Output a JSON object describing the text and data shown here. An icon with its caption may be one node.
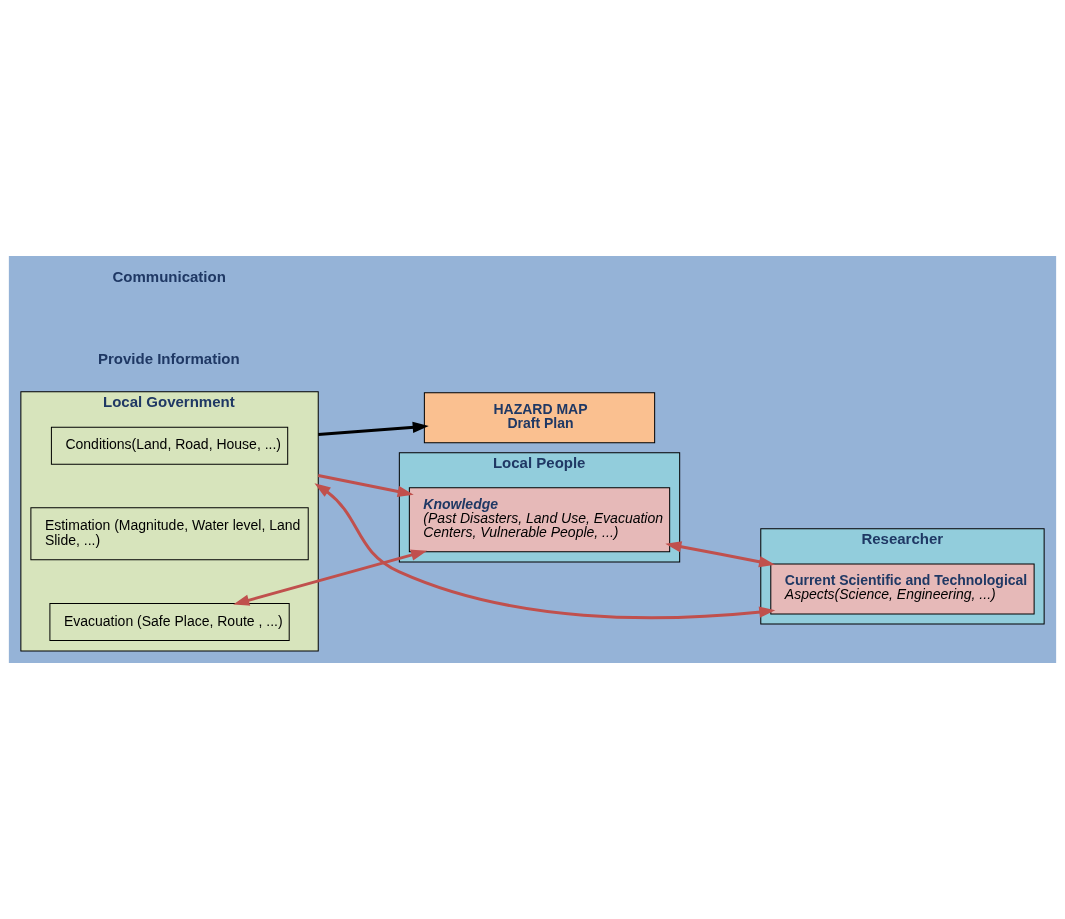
{
  "diagram": {
    "nodes": [
      {
        "text": [
          "HAZARD MAP",
          "Draft Plan"
        ]
      },
      {
        "text": [
          "Local Government"
        ]
      },
      {
        "text": [
          "Conditions(Land, Road, House, ...)"
        ],
        "in": 1
      },
      {
        "text": [
          "Estimation (Magnitude, Water level, Land Slide, ...)"
        ],
        "in": 1
      },
      {
        "text": [
          "Evacuation (Safe Place, Route , ...)"
        ],
        "in": 1
      },
      {
        "text": [
          "Local People"
        ]
      },
      {
        "text": [
          "Knowledge",
          "(Past Disasters, Land Use, Evacuation Centers, Vulnerable People, ...)"
        ],
        "in": 5
      },
      {
        "text": [
          "Researcher"
        ]
      },
      {
        "text": [
          "Current Scientific and Technological",
          "Aspects(Science, Engineering, ...)"
        ],
        "in": 7
      }
    ],
    "edges": [
      {
        "from": 1,
        "to": 0,
        "arrow": "to",
        "color": "#000000"
      },
      {
        "from": 1,
        "to": 6,
        "arrow": "to",
        "color": "#c0504d"
      },
      {
        "from": 4,
        "to": 6,
        "arrow": "both",
        "color": "#c0504d"
      },
      {
        "from": 1,
        "to": 7,
        "arrow": "both",
        "color": "#c0504d"
      },
      {
        "from": 6,
        "to": 7,
        "arrow": "both",
        "color": "#c0504d"
      }
    ],
    "labels": [
      "Provide Information",
      "Communication"
    ]
  }
}
